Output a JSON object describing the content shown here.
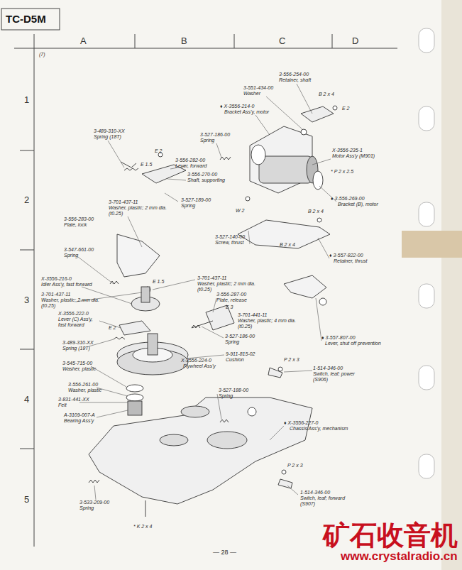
{
  "diagram": {
    "title": "TC-D5M",
    "labels": [
      "A",
      "B",
      "C",
      "D",
      "(7)",
      "1",
      "2",
      "3",
      "4",
      "5",
      "3-556-254-00",
      "Retainer, shaft",
      "3-551-434-00",
      "Washer",
      "B 2 x 4",
      "E 2",
      "♦ X-3556-214-0",
      "Bracket Ass'y, motor",
      "3-527-186-00",
      "Spring",
      "X-3556-235-1",
      "Motor Ass'y (M901)",
      "* P 2 x 2.5",
      "♦ 3-556-269-00",
      "Bracket (B), motor",
      "B 2 x 4",
      "W 2",
      "3-527-140-00",
      "Screw, thrust",
      "B 2 x 4",
      "♦ 3-557-822-00",
      "Retainer, thrust",
      "3-489-310-XX",
      "Spring (18T)",
      "E 2",
      "E 1.5",
      "3-556-282-00",
      "Lever, forward",
      "3-556-270-00",
      "Shaft, supporting",
      "3-527-189-00",
      "Spring",
      "3-701-437-11",
      "Washer, plastic; 2 mm dia.",
      "(t0.25)",
      "3-556-283-00",
      "Plate, lock",
      "3-547-661-00",
      "Spring",
      "E 1.5",
      "3-701-437-11",
      "Washer, plastic; 2 mm dia.",
      "(t0.25)",
      "X-3556-216-0",
      "Idler Ass'y, fast forward",
      "3-701-437-11",
      "Washer, plastic; 2 mm dia.",
      "(t0.25)",
      "3-556-287-00",
      "Plate, release",
      "E 3",
      "3-701-441-11",
      "Washer, plastic; 4 mm dia.",
      "(t0.25)",
      "X-3556-222-0",
      "Lever (C) Ass'y,",
      "fast forward",
      "E 2",
      "3-527-186-00",
      "Spring",
      "♦ 3-557-807-00",
      "Lever, shut off prevention",
      "3-489-310-XX",
      "Spring (18T)",
      "9-911-815-02",
      "Cushion",
      "X-3556-224-0",
      "Flywheel Ass'y",
      "3-545-715-00",
      "Washer, plastic",
      "P 2 x 3",
      "1-514-346-00",
      "Switch, leaf; power",
      "(S906)",
      "3-556-261-00",
      "Washer, plastic",
      "3-527-188-00",
      "Spring",
      "3-831-441-XX",
      "Felt",
      "A-3109-007-A",
      "Bearing Ass'y",
      "♦ X-3556-227-0",
      "Chassis Ass'y, mechanism",
      "P 2 x 3",
      "1-514-346-00",
      "Switch, leaf; forward",
      "(S907)",
      "3-533-209-00",
      "Spring",
      "* K 2 x 4",
      "— 28 —",
      "矿石收音机",
      "www.crystalradio.cn"
    ]
  }
}
